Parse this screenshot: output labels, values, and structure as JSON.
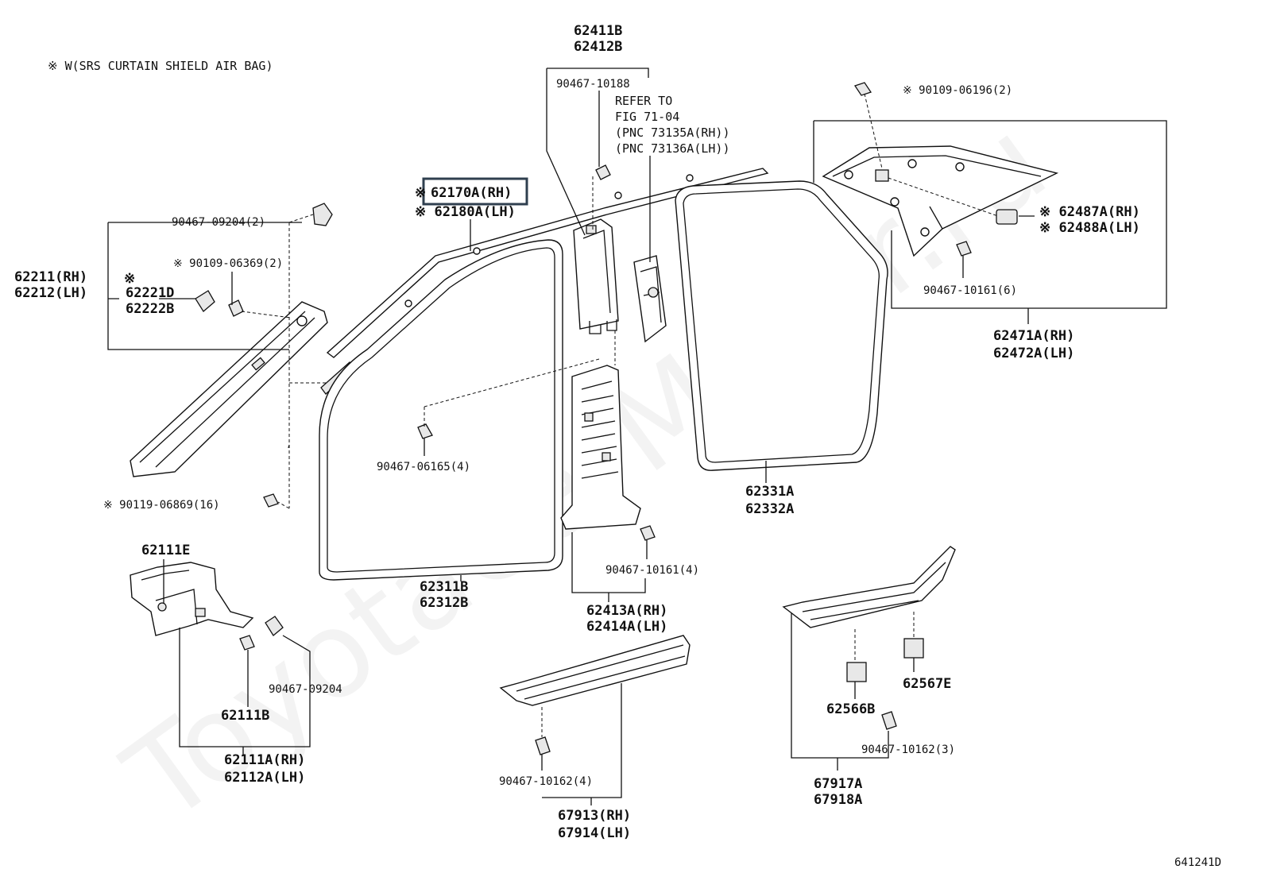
{
  "note": "※ W(SRS CURTAIN SHIELD AIR BAG)",
  "watermark": "ToyotaCarMirror.ru",
  "figure_id": "641241D",
  "highlight": {
    "label": "62170A(RH)",
    "color": "#2f3f4f"
  },
  "labels": {
    "p62411B": "62411B",
    "p62412B": "62412B",
    "c10188": "90467-10188",
    "refer1": "REFER TO",
    "refer2": "FIG 71-04",
    "refer3": "(PNC 73135A(RH))",
    "refer4": "(PNC 73136A(LH))",
    "c06196": "※ 90109-06196(2)",
    "p62170A_mark": "※",
    "p62180A": "※ 62180A(LH)",
    "c09204_2": "90467-09204(2)",
    "c06369": "※ 90109-06369(2)",
    "p62211": "62211(RH)",
    "p62212": "62212(LH)",
    "p62221D_mark": "※",
    "p62221D": "62221D",
    "p62222B": "62222B",
    "p62487A": "※ 62487A(RH)",
    "p62488A": "※ 62488A(LH)",
    "c10161_6": "90467-10161(6)",
    "p62471A": "62471A(RH)",
    "p62472A": "62472A(LH)",
    "c06165": "90467-06165(4)",
    "c06869": "※ 90119-06869(16)",
    "p62331A": "62331A",
    "p62332A": "62332A",
    "p62111E": "62111E",
    "p62311B": "62311B",
    "p62312B": "62312B",
    "c10161_4": "90467-10161(4)",
    "p62413A": "62413A(RH)",
    "p62414A": "62414A(LH)",
    "c09204": "90467-09204",
    "p62111B": "62111B",
    "p62111A": "62111A(RH)",
    "p62112A": "62112A(LH)",
    "p62567E": "62567E",
    "p62566B": "62566B",
    "c10162_3": "90467-10162(3)",
    "c10162_4": "90467-10162(4)",
    "p67917A": "67917A",
    "p67918A": "67918A",
    "p67913": "67913(RH)",
    "p67914": "67914(LH)"
  }
}
